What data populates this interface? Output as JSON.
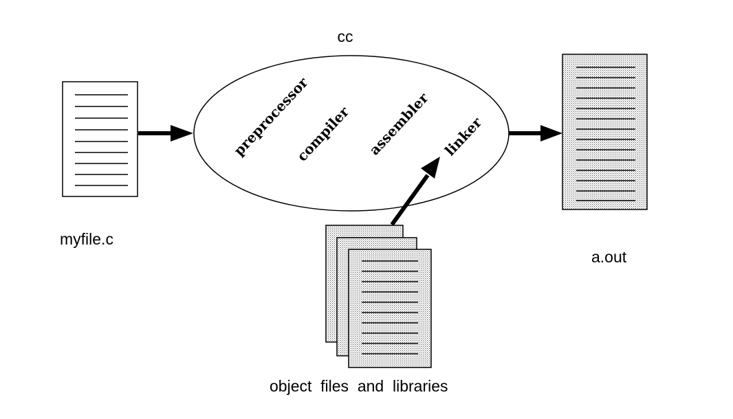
{
  "diagram": {
    "tool_label": "cc",
    "source_label": "myfile.c",
    "output_label": "a.out",
    "inputs_label": "object  files  and  libraries",
    "stages": [
      {
        "name": "preprocessor"
      },
      {
        "name": "compiler"
      },
      {
        "name": "assembler"
      },
      {
        "name": "linker"
      }
    ]
  },
  "colors": {
    "ink": "#000000",
    "paper": "#ffffff",
    "shaded_paper": "#d4d4d4"
  },
  "icons": {
    "source_doc": "document-icon",
    "output_doc": "document-shaded-icon",
    "library_stack": "document-stack-icon",
    "arrows": "arrow-icon"
  }
}
